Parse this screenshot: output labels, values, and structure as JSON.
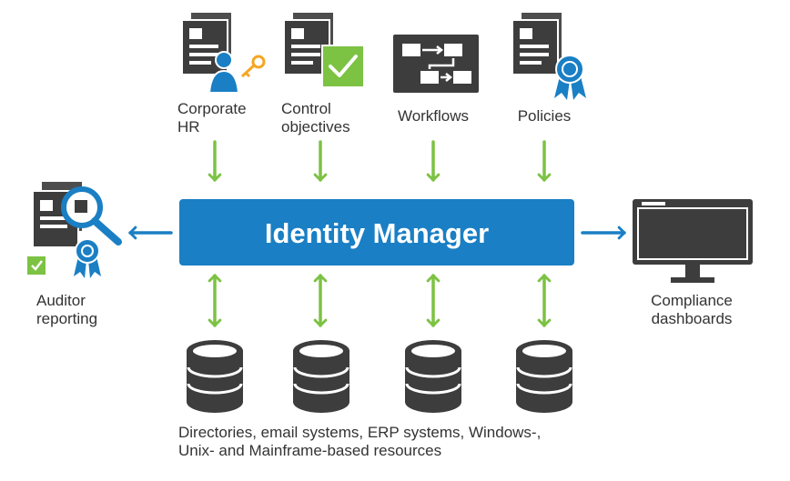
{
  "center": {
    "title": "Identity Manager"
  },
  "inputs": [
    {
      "line1": "Corporate",
      "line2": "HR",
      "icon": "document-user-key-icon"
    },
    {
      "line1": "Control",
      "line2": "objectives",
      "icon": "document-checkmark-icon"
    },
    {
      "line1": "Workflows",
      "line2": "",
      "icon": "workflow-icon"
    },
    {
      "line1": "Policies",
      "line2": "",
      "icon": "document-ribbon-icon"
    }
  ],
  "left": {
    "line1": "Auditor",
    "line2": "reporting",
    "icon": "audit-magnifier-icon"
  },
  "right": {
    "line1": "Compliance",
    "line2": "dashboards",
    "icon": "monitor-icon"
  },
  "resources": {
    "line1": "Directories, email systems, ERP systems, Windows-,",
    "line2": "Unix- and Mainframe-based resources",
    "icon": "database-icon"
  },
  "colors": {
    "center_box": "#1a7fc4",
    "arrow_green": "#7cc243",
    "arrow_blue": "#1a7fc4",
    "icon_dark": "#3d3d3d",
    "text": "#333333"
  }
}
